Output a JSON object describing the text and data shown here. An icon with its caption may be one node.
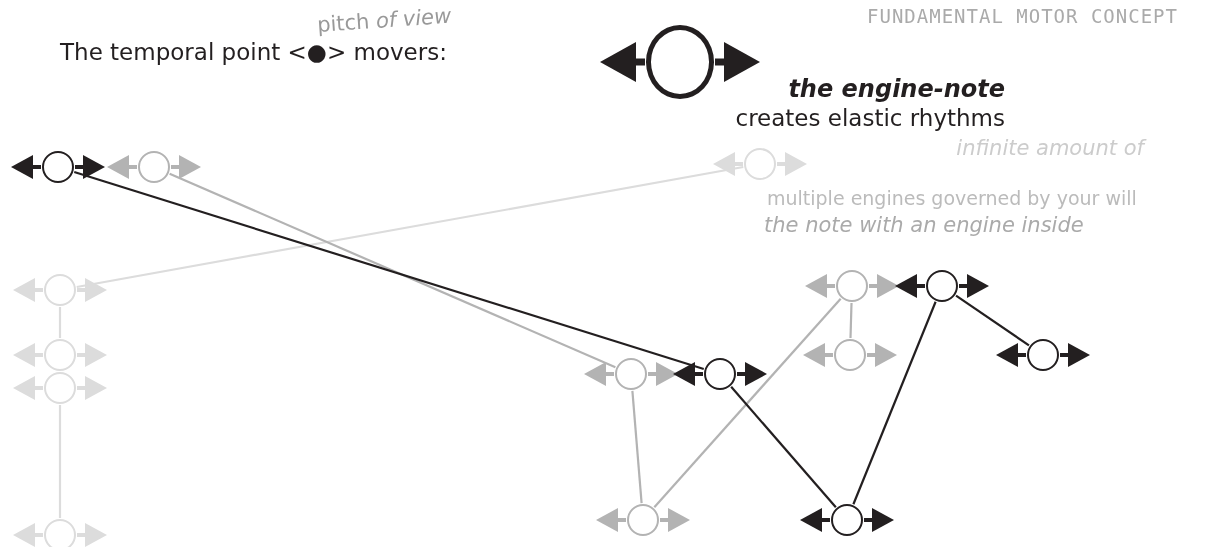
{
  "diagram": {
    "title": "FUNDAMENTAL MOTOR CONCEPT",
    "nodes": [
      {
        "text": [],
        "shape": "circle"
      },
      {
        "text": [],
        "shape": "circle"
      },
      {
        "text": [],
        "shape": "circle"
      },
      {
        "text": [],
        "shape": "circle"
      },
      {
        "text": [],
        "shape": "circle"
      },
      {
        "text": [],
        "shape": "circle"
      },
      {
        "text": [],
        "shape": "circle"
      },
      {
        "text": [],
        "shape": "circle"
      },
      {
        "text": [],
        "shape": "circle"
      },
      {
        "text": [],
        "shape": "circle"
      },
      {
        "text": [],
        "shape": "circle"
      },
      {
        "text": [],
        "shape": "circle"
      },
      {
        "text": [],
        "shape": "circle"
      },
      {
        "text": [],
        "shape": "circle"
      },
      {
        "text": [],
        "shape": "circle"
      },
      {
        "text": [],
        "shape": "circle"
      }
    ],
    "edges": [
      {
        "from": 1,
        "to": 13,
        "arrow": "none",
        "color": "#231f20"
      },
      {
        "from": 13,
        "to": 15,
        "arrow": "none",
        "color": "#231f20"
      },
      {
        "from": 15,
        "to": 9,
        "arrow": "none",
        "color": "#231f20"
      },
      {
        "from": 9,
        "to": 11,
        "arrow": "none",
        "color": "#231f20"
      },
      {
        "from": 2,
        "to": 12,
        "arrow": "none",
        "color": "#b3b3b3"
      },
      {
        "from": 12,
        "to": 14,
        "arrow": "none",
        "color": "#b3b3b3"
      },
      {
        "from": 14,
        "to": 8,
        "arrow": "none",
        "color": "#b3b3b3"
      },
      {
        "from": 8,
        "to": 10,
        "arrow": "none",
        "color": "#b3b3b3"
      },
      {
        "from": 3,
        "to": 4,
        "arrow": "none",
        "color": "#dcdcdc"
      },
      {
        "from": 4,
        "to": 5,
        "arrow": "none",
        "color": "#dcdcdc"
      },
      {
        "from": 6,
        "to": 7,
        "arrow": "none",
        "color": "#dcdcdc"
      }
    ],
    "labels": [
      "pitch *of view*",
      "The temporal point <●> movers:",
      "the engine-note",
      "creates elastic rhythms",
      "infinite amount of",
      "multiple engines governed by your will",
      "the note with an engine inside"
    ]
  }
}
